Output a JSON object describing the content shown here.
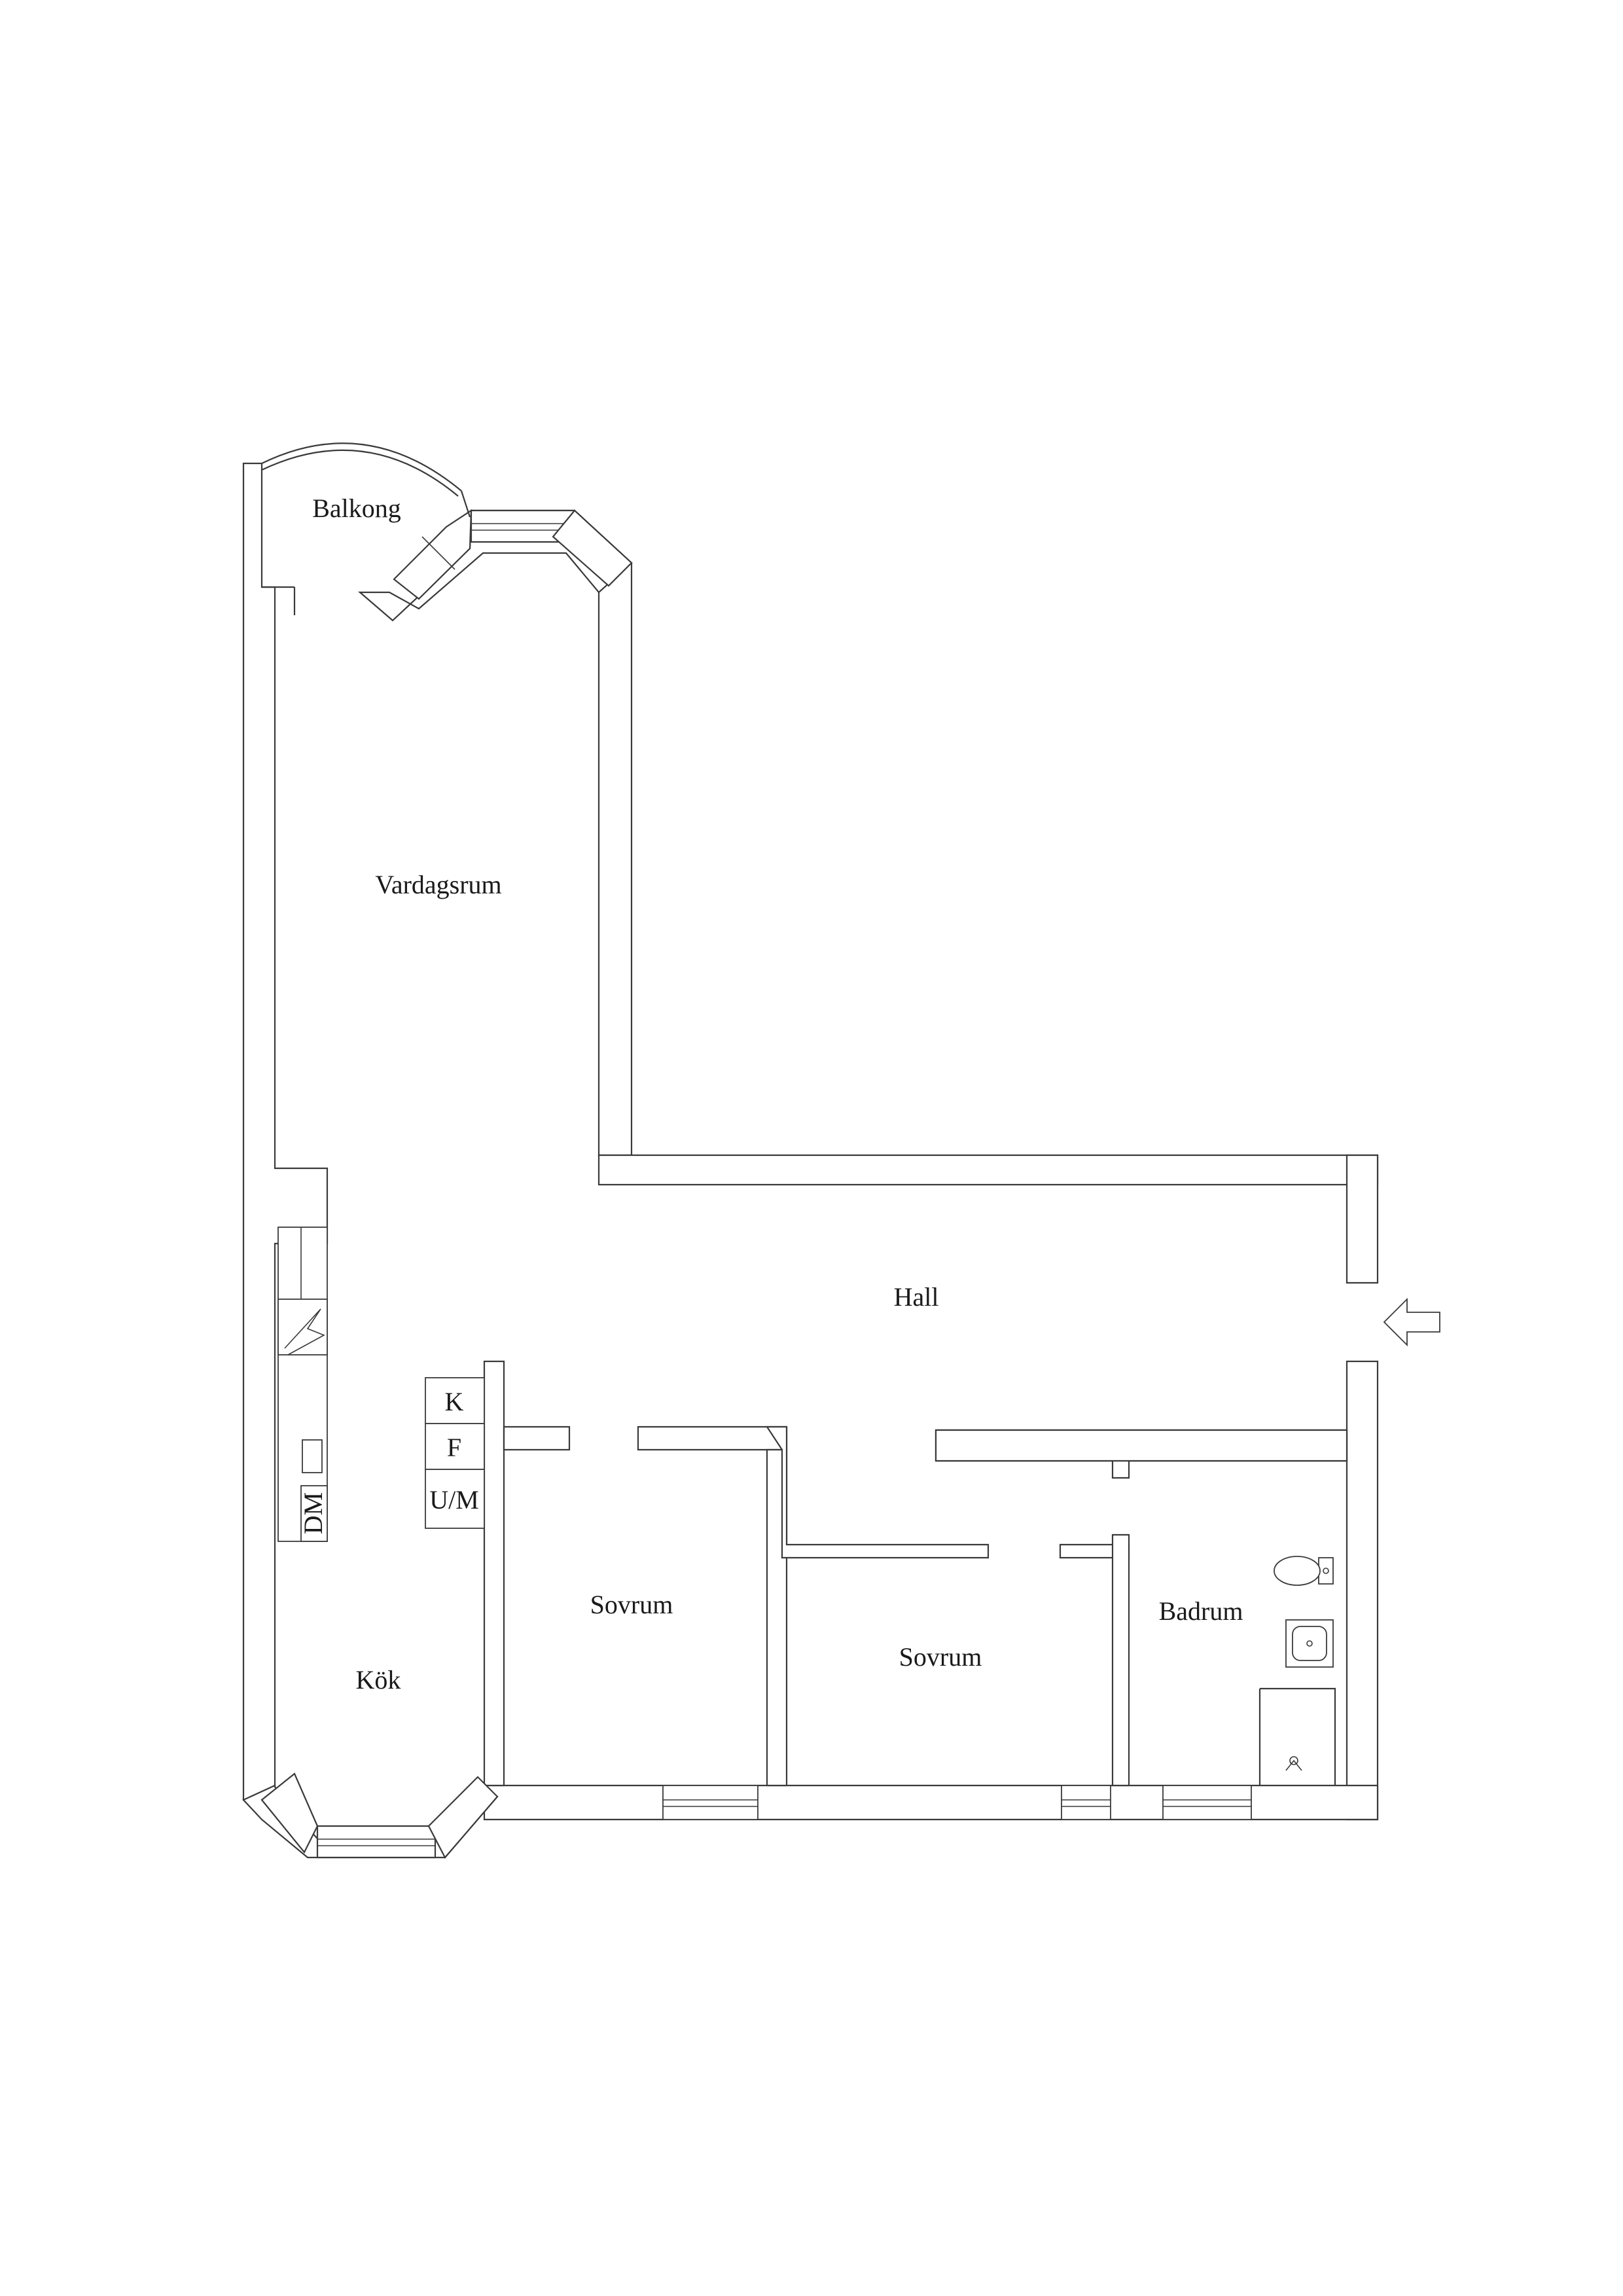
{
  "rooms": {
    "balkong": "Balkong",
    "vardagsrum": "Vardagsrum",
    "hall": "Hall",
    "kok": "Kök",
    "sovrum_1": "Sovrum",
    "sovrum_2": "Sovrum",
    "badrum": "Badrum"
  },
  "appliances": {
    "k": "K",
    "f": "F",
    "um": "U/M",
    "dm": "DM"
  },
  "icons": {
    "entrance": "entrance-arrow-icon",
    "stove": "stove-icon",
    "toilet": "toilet-icon",
    "sink": "washbasin-icon",
    "shower": "shower-icon"
  }
}
